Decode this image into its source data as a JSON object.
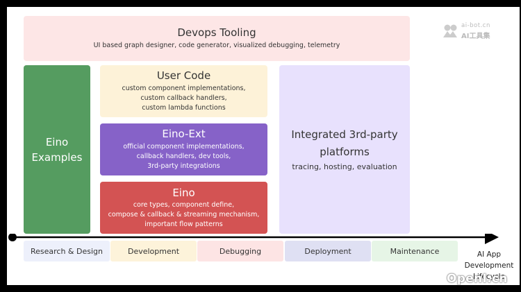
{
  "devops": {
    "title": "Devops Tooling",
    "subtitle": "UI based graph designer, code generator, visualized debugging, telemetry"
  },
  "examples": {
    "title_line1": "Eino",
    "title_line2": "Examples"
  },
  "user_code": {
    "title": "User Code",
    "lines": [
      "custom component implementations,",
      "custom callback handlers,",
      "custom lambda functions"
    ]
  },
  "eino_ext": {
    "title": "Eino-Ext",
    "lines": [
      "official component implementations,",
      "callback handlers, dev tools,",
      "3rd-party integrations"
    ]
  },
  "eino": {
    "title": "Eino",
    "lines": [
      "core types, component define,",
      "compose & callback & streaming mechanism,",
      "important flow patterns"
    ]
  },
  "platforms": {
    "title_line1": "Integrated 3rd-party",
    "title_line2": "platforms",
    "subtitle": "tracing, hosting, evaluation"
  },
  "stages": [
    "Research & Design",
    "Development",
    "Debugging",
    "Deployment",
    "Maintenance"
  ],
  "lifecycle": {
    "line1": "AI App",
    "line2": "Development",
    "line3": "Lifecycle"
  },
  "watermark": {
    "domain": "ai-bot.cn",
    "name": "AI工具集",
    "bottom": "OpenI.cn"
  },
  "colors": {
    "examples": "#559c60",
    "eino_ext": "#8662c8",
    "eino": "#d35353",
    "user_code": "#fdf2d8",
    "devops": "#fde6e6",
    "platforms": "#e8e1fd"
  }
}
